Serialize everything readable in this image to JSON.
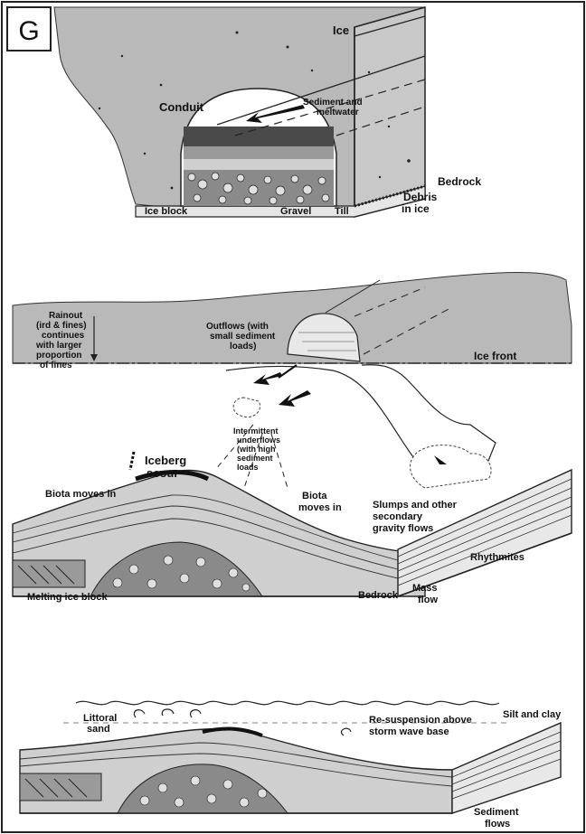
{
  "panel_label": "G",
  "top_panel": {
    "labels": {
      "ice": "Ice",
      "conduit": "Conduit",
      "sediment_meltwater_1": "Sediment and",
      "sediment_meltwater_2": "meltwater",
      "bedrock": "Bedrock",
      "debris_1": "Debris",
      "debris_2": "in ice",
      "ice_block": "Ice block",
      "gravel": "Gravel",
      "till": "Till"
    }
  },
  "middle_panel": {
    "labels": {
      "rainout_1": "Rainout",
      "rainout_2": "(ird & fines)",
      "rainout_3": "continues",
      "rainout_4": "with larger",
      "rainout_5": "proportion",
      "rainout_6": "of fines",
      "outflows_1": "Outflows (with",
      "outflows_2": "small sediment",
      "outflows_3": "loads)",
      "ice_front": "Ice front",
      "iceberg_1": "Iceberg",
      "iceberg_2": "scour",
      "intermittent_1": "Intermittent",
      "intermittent_2": "underflows",
      "intermittent_3": "(with high",
      "intermittent_4": "sediment",
      "intermittent_5": "loads",
      "biota_left": "Biota moves in",
      "biota_right_1": "Biota",
      "biota_right_2": "moves in",
      "slumps_1": "Slumps and other",
      "slumps_2": "secondary",
      "slumps_3": "gravity flows",
      "rhythmites": "Rhythmites",
      "melting_ice_block": "Melting ice block",
      "bedrock": "Bedrock",
      "mass_flow_1": "Mass",
      "mass_flow_2": "flow"
    }
  },
  "bottom_panel": {
    "labels": {
      "littoral_1": "Littoral",
      "littoral_2": "sand",
      "resuspension_1": "Re-suspension above",
      "resuspension_2": "storm wave base",
      "silt_clay": "Silt and clay",
      "sediment_flows_1": "Sediment",
      "sediment_flows_2": "flows"
    }
  },
  "colors": {
    "ice_gray": "#b9b9b9",
    "ink": "#111111",
    "gravel_fill": "#8a8a8a",
    "sediment_dark": "#555555",
    "frame": "#222222"
  }
}
